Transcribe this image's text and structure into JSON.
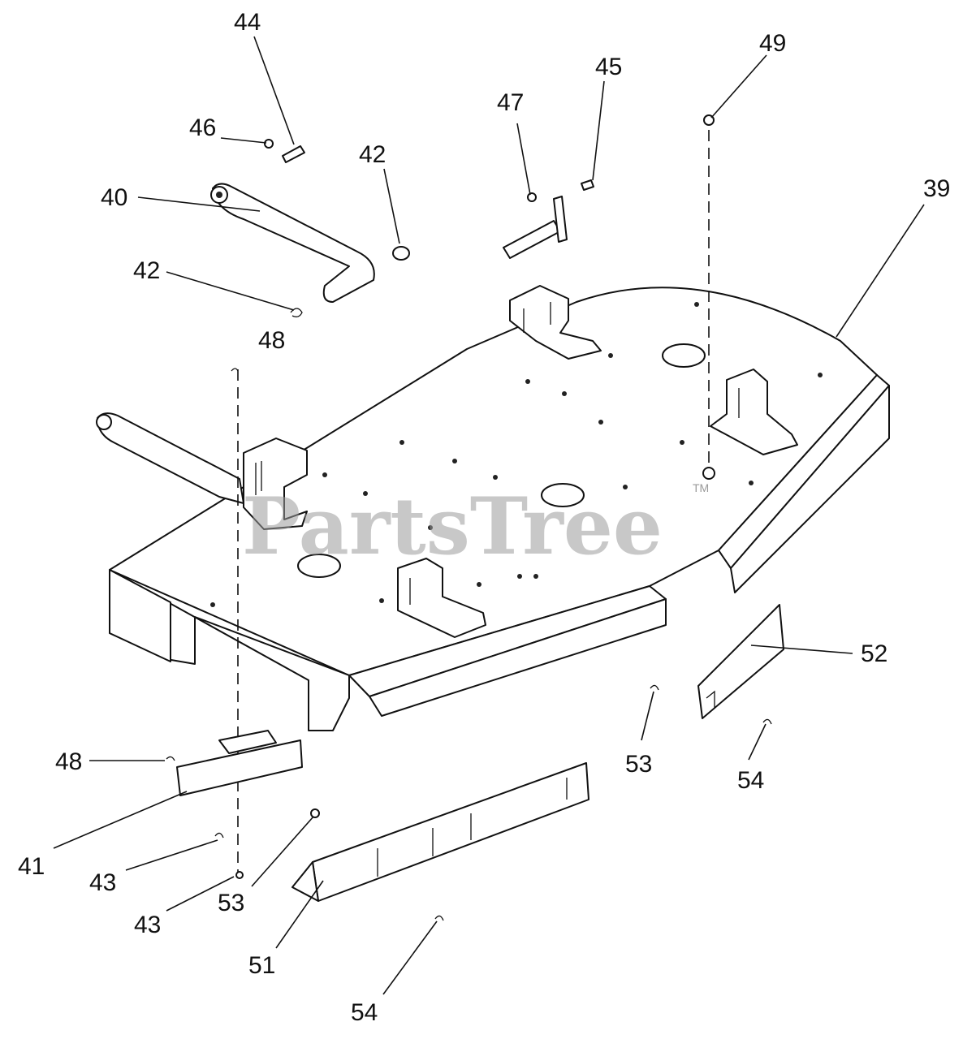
{
  "watermark": {
    "text": "PartsTree",
    "mark": "TM"
  },
  "callouts": [
    {
      "id": "39",
      "label": "39"
    },
    {
      "id": "40",
      "label": "40"
    },
    {
      "id": "41",
      "label": "41"
    },
    {
      "id": "42a",
      "label": "42"
    },
    {
      "id": "42b",
      "label": "42"
    },
    {
      "id": "43a",
      "label": "43"
    },
    {
      "id": "43b",
      "label": "43"
    },
    {
      "id": "44",
      "label": "44"
    },
    {
      "id": "45",
      "label": "45"
    },
    {
      "id": "46",
      "label": "46"
    },
    {
      "id": "47",
      "label": "47"
    },
    {
      "id": "48a",
      "label": "48"
    },
    {
      "id": "48b",
      "label": "48"
    },
    {
      "id": "49",
      "label": "49"
    },
    {
      "id": "51",
      "label": "51"
    },
    {
      "id": "52",
      "label": "52"
    },
    {
      "id": "53a",
      "label": "53"
    },
    {
      "id": "53b",
      "label": "53"
    },
    {
      "id": "54a",
      "label": "54"
    },
    {
      "id": "54b",
      "label": "54"
    }
  ]
}
